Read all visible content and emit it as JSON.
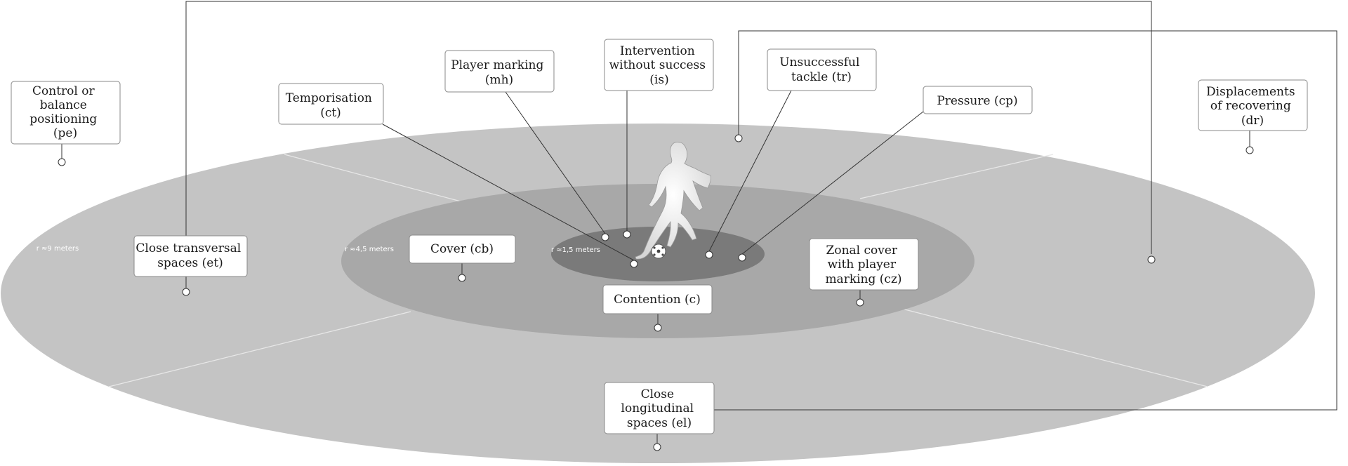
{
  "radii": {
    "outer": "r ≈9 meters",
    "middle": "r ≈4,5 meters",
    "inner": "r ≈1,5 meters"
  },
  "colors": {
    "outer_zone": "#c4c4c4",
    "middle_zone": "#a8a8a8",
    "inner_zone": "#7a7a7a",
    "box_fill": "#ffffff",
    "box_border": "#8a8a8a",
    "connector": "#333333"
  },
  "icons": {
    "player": "soccer-player-silhouette-icon",
    "ball": "soccer-ball-icon"
  },
  "labels": {
    "pe": [
      "Control or",
      "balance",
      "positioning",
      "(pe)"
    ],
    "ct": [
      "Temporisation",
      "(ct)"
    ],
    "mh": [
      "Player marking",
      "(mh)"
    ],
    "is": [
      "Intervention",
      "without success",
      "(is)"
    ],
    "tr": [
      "Unsuccessful",
      "tackle (tr)"
    ],
    "cp": [
      "Pressure (cp)"
    ],
    "dr": [
      "Displacements",
      "of recovering",
      "(dr)"
    ],
    "et": [
      "Close transversal",
      "spaces (et)"
    ],
    "cb": [
      "Cover (cb)"
    ],
    "c": [
      "Contention (c)"
    ],
    "cz": [
      "Zonal cover",
      "with player",
      "marking (cz)"
    ],
    "el": [
      "Close",
      "longitudinal",
      "spaces (el)"
    ]
  }
}
